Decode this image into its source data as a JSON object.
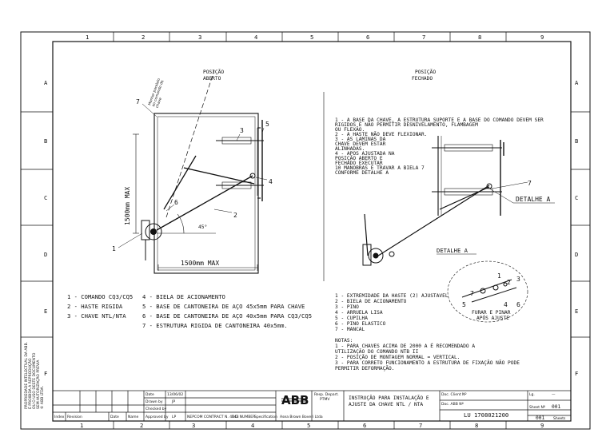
{
  "columns": [
    "1",
    "2",
    "3",
    "4",
    "5",
    "6",
    "7",
    "8",
    "9"
  ],
  "rows": [
    "A",
    "B",
    "C",
    "D",
    "E",
    "F"
  ],
  "drawing_left": {
    "title": [
      "POSIÇÃO",
      "ABERTO"
    ],
    "dim_vertical": "1500mm MAX",
    "dim_horizontal": "1500mm MAX",
    "angle": "45°",
    "diagonal_note": [
      "Manter paralelo",
      "ao comando de",
      "chave"
    ],
    "callouts": [
      "1",
      "2",
      "3",
      "4",
      "5",
      "6",
      "7"
    ]
  },
  "drawing_right": {
    "title": [
      "POSIÇÃO",
      "FECHADO"
    ],
    "callout_7": "7",
    "detail_label": "DETALHE A",
    "detail_heading": "DETALHE A",
    "detail_callouts": [
      "1",
      "2",
      "3",
      "4",
      "5",
      "6",
      "7"
    ],
    "detail_caption": [
      "FURAR E PINAR",
      "APÓS AJUSTE"
    ]
  },
  "instructions": [
    "1 - A BASE DA CHAVE, A ESTRUTURA SUPORTE E A BASE DO COMANDO DEVEM SER",
    "RIGIDOS E NÃO PERMITIR DESNIVELAMENTO, FLAMBAGEM",
    "OU FLEXÃO.",
    "2 - A HASTE NÃO DEVE FLEXIONAR.",
    "3 - AS LAMINAS DA",
    "CHAVE DEVEM ESTAR",
    "ALINHADAS.",
    "4 - APOS AJUSTADA NA",
    "POSIÇÃO ABERTO E",
    "FECHADO EXECUTAR",
    "10 MANOBRAS E TRAVAR A BIELA 7",
    "CONFORME DETALHE A"
  ],
  "legend_left": [
    "1 - COMANDO CQ3/CQ5",
    "2 - HASTE RIGIDA",
    "3 - CHAVE NTL/NTA"
  ],
  "legend_mid": [
    "4 - BIELA DE ACIONAMENTO",
    "5 - BASE DE CANTONEIRA DE AÇO 45x5mm PARA CHAVE",
    "6 - BASE DE CANTONEIRA DE AÇO 40x5mm PARA CQ3/CQ5",
    "7 - ESTRUTURA RIGIDA DE CANTONEIRA 40x5mm."
  ],
  "detail_legend": [
    "1 - EXTREMIDADE DA HASTE (2) AJUSTAVEL",
    "2 - BIELA DE ACIONAMENTO",
    "3 - PINO",
    "4 - ARRUELA LISA",
    "5 - CUPILHA",
    "6 - PINO ELASTICO",
    "7 - MANCAL"
  ],
  "notes": [
    "NOTAS:",
    "1 - PARA CHAVES ACIMA DE 2000 A É RECOMENDADO A",
    "UTILIZAÇÃO DO COMANDO NTB II",
    "2 - POSIÇÃO DE MONTAGEM NORMAL = VERTICAL.",
    "3 - PARA CORRETO FUNCIONAMENTO A ESTRUTURA DE FIXAÇÃO NÃO PODE",
    "PERMITIR DEFORMAÇÃO."
  ],
  "title_block": {
    "date_label": "Date",
    "date_value": "13/06/02",
    "drawn_label": "Drawn by",
    "drawn_value": "JP",
    "checked_label": "Checked by",
    "approved_label": "Approved by",
    "approved_value": "LP",
    "index_label": "Index",
    "revision_label": "Revision",
    "rev_date_label": "Date",
    "name_label": "Name",
    "logo": "ABB",
    "resp_label": [
      "Resp. Depart.",
      "PTMV"
    ],
    "title": [
      "INSTRUÇÃO PARA INSTALAÇÃO E",
      "AJUSTE DA CHAVE NTL / NTA"
    ],
    "client_label": "Doc. Client Nº",
    "abb_no_label": "Doc. ABB Nº",
    "doc_number": "LU 1708021200",
    "sheet_label": "Sheet Nº",
    "sheet_value": "001",
    "sheets_value": "001",
    "sheets_label": "Sheets",
    "lang_label": "Lg.",
    "lang_value": "—",
    "po_label": "P.O. NUMBER",
    "spec_label": "Specification",
    "company_line": "NEPCOM CONTRACT N. 4543",
    "footer_line": "Asea Brown Boveri Ltda"
  },
  "side_note": [
    "PROPRIEDADE INTELECTUAL DA ABB.",
    "É PROIBIDA A REPRODUÇÃO",
    "OU O USO DESTE DOCUMENTO",
    "SEM AUTORIZAÇÃO PRÉVIA",
    "© ABB LTDA."
  ]
}
